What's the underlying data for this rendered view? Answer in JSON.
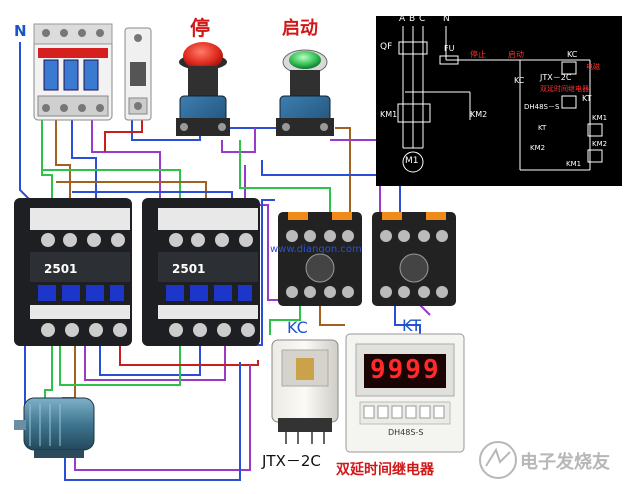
{
  "labels": {
    "neutral": "N",
    "stop": "停",
    "start": "启动",
    "contactor_left": "2501",
    "contactor_right": "2501",
    "kc": "KC",
    "kt": "KT",
    "relay_model": "JTX－2C",
    "timer_model": "DH48S-S",
    "timer_display": "9999",
    "timer_caption": "双延时间继电器",
    "watermark_site": "www.diangon.com",
    "logo_text": "电子发烧友"
  },
  "schematic": {
    "phases": [
      "A",
      "B",
      "C"
    ],
    "neutral": "N",
    "breaker": "QF",
    "fuse": "FU",
    "stop_tag": "停止",
    "start_tag": "启动",
    "kc": "KC",
    "jtx": "JTX－2C",
    "relay_coil": "电磁",
    "kt_label": "双延时间继电器",
    "kt": "KT",
    "dh48": "DH48S－S",
    "km1": "KM1",
    "km2": "KM2",
    "motor": "M1"
  },
  "colors": {
    "wire_green": "#2ec24a",
    "wire_blue": "#2a4fd6",
    "wire_purple": "#9a3ac8",
    "wire_brown": "#a0621e",
    "wire_red": "#c81e1e",
    "accent_red": "#d01818",
    "accent_blue": "#1a55c8"
  }
}
